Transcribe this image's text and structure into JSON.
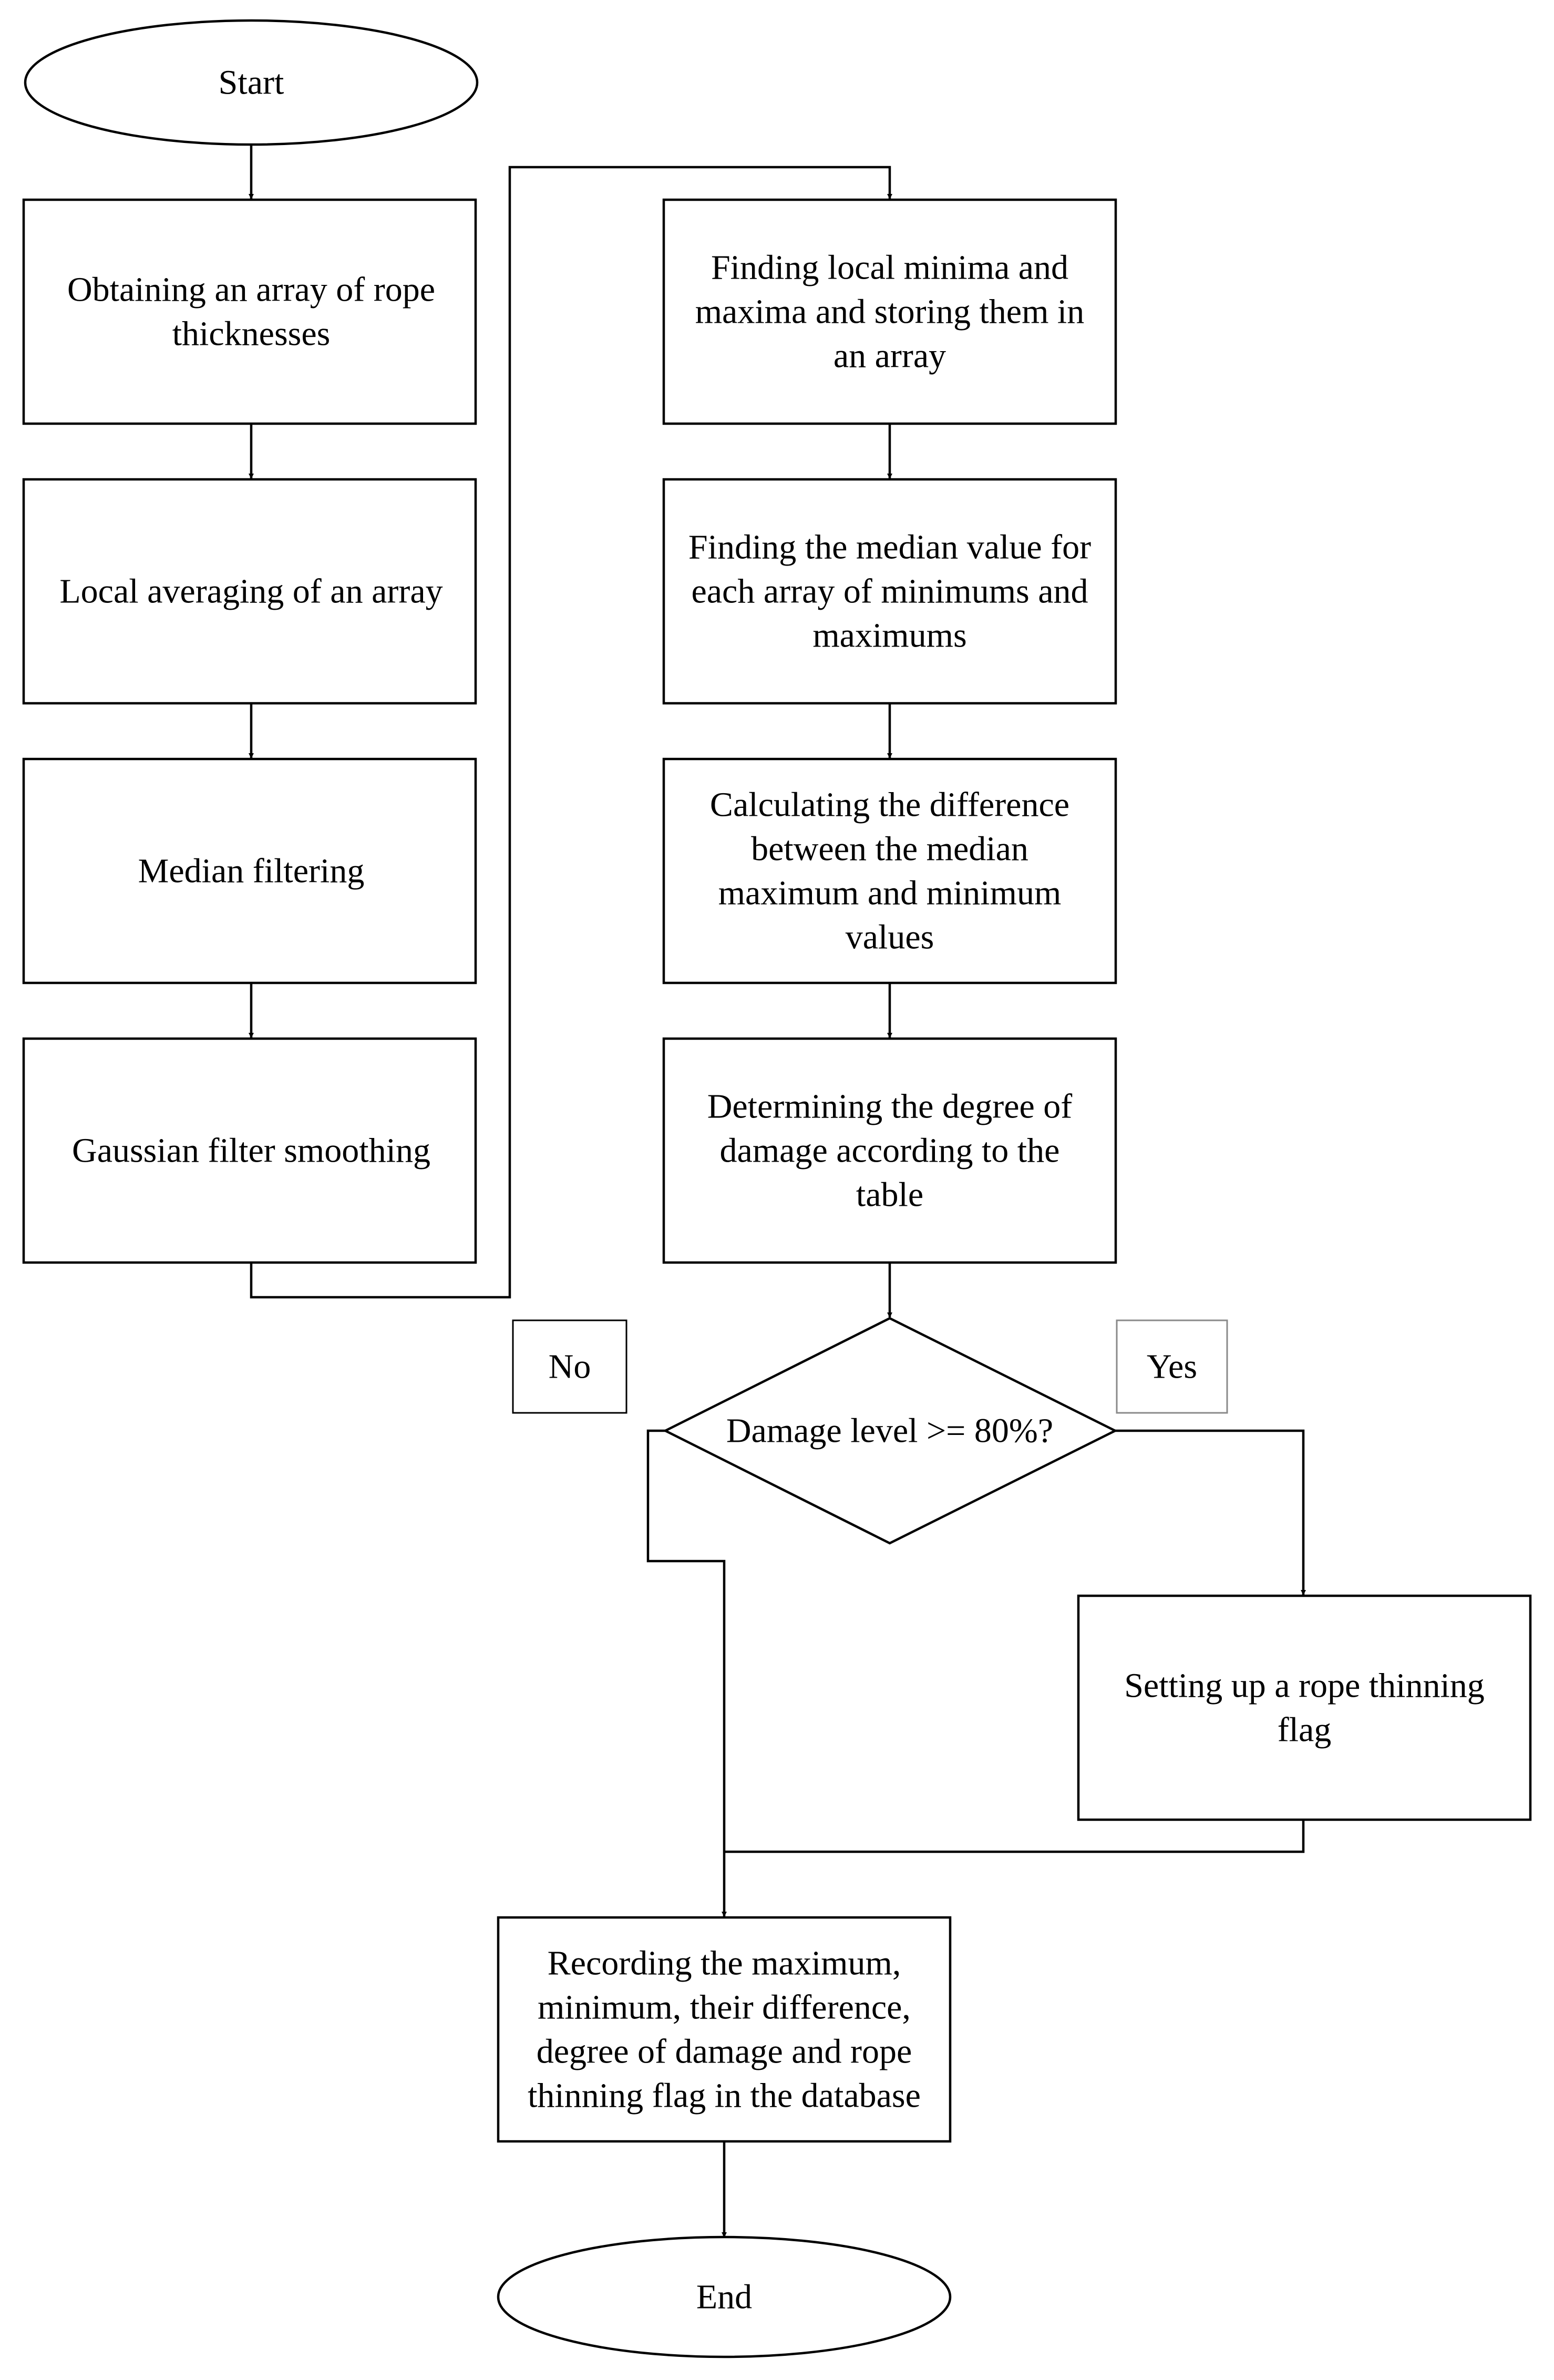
{
  "flowchart": {
    "start": "Start",
    "end": "End",
    "left_column": [
      "Obtaining an array of rope thicknesses",
      "Local averaging of an array",
      "Median filtering",
      "Gaussian filter smoothing"
    ],
    "right_column": [
      "Finding local minima and maxima and storing them in an array",
      "Finding the median value for each array of minimums and maximums",
      "Calculating the difference between the median maximum and minimum values",
      "Determining the degree of damage according to the table"
    ],
    "decision": "Damage level >= 80%?",
    "branch_no": "No",
    "branch_yes": "Yes",
    "yes_step": "Setting up a rope thinning flag",
    "record_step": "Recording the maximum, minimum, their difference, degree of damage and rope thinning flag in the database"
  },
  "colors": {
    "stroke": "#000000",
    "background": "#ffffff",
    "yes_label_border": "#8a8a8a"
  }
}
